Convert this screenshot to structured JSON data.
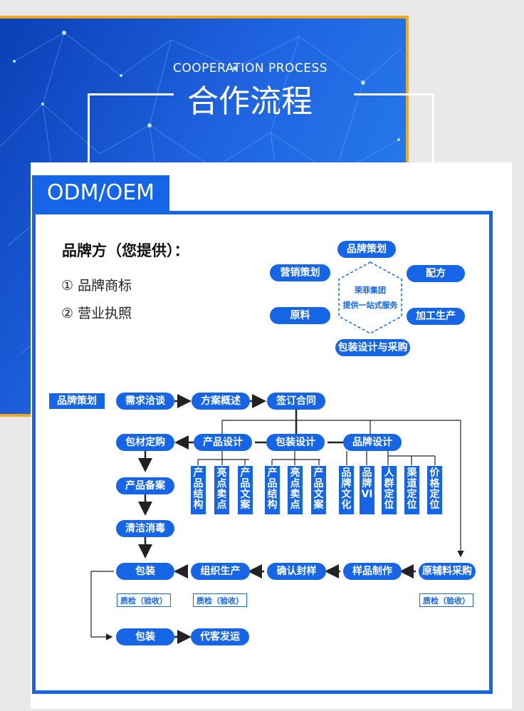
{
  "header": {
    "subtitle": "COOPERATION PROCESS",
    "title": "合作流程"
  },
  "tab": {
    "label": "ODM/OEM"
  },
  "provider": {
    "heading": "品牌方（您提供）：",
    "items": [
      "① 品牌商标",
      "② 营业执照"
    ]
  },
  "services": {
    "center_line1": "荣菲集团",
    "center_line2": "提供一站式服务",
    "top": "品牌策划",
    "upper_left": "营销策划",
    "upper_right": "配方",
    "lower_left": "原料",
    "lower_right": "加工生产",
    "bottom": "包装设计与采购"
  },
  "flow": {
    "brand_plan": "品牌策划",
    "demand": "需求洽谈",
    "proposal": "方案概述",
    "contract": "签订合同",
    "packaging_purchase": "包材定购",
    "product_design": "产品设计",
    "package_design": "包装设计",
    "brand_design": "品牌设计",
    "product_filing": "产品备案",
    "sterilize": "清洁消毒",
    "pack1": "包装",
    "organize_production": "组织生产",
    "confirm_sample": "确认封样",
    "make_sample": "样品制作",
    "raw_purchase": "原辅料采购",
    "qc": "质检（验收）",
    "pack2": "包装",
    "ship": "代客发运",
    "product_sub": [
      "产品结构",
      "亮点卖点",
      "产品文案"
    ],
    "package_sub": [
      "产品结构",
      "亮点卖点",
      "产品文案"
    ],
    "brand_sub": [
      "品牌文化",
      "品牌VI",
      "人群定位",
      "渠道定位",
      "价格定位"
    ]
  },
  "colors": {
    "accent": "#1565e6",
    "border_gold": "#f0a81c"
  }
}
